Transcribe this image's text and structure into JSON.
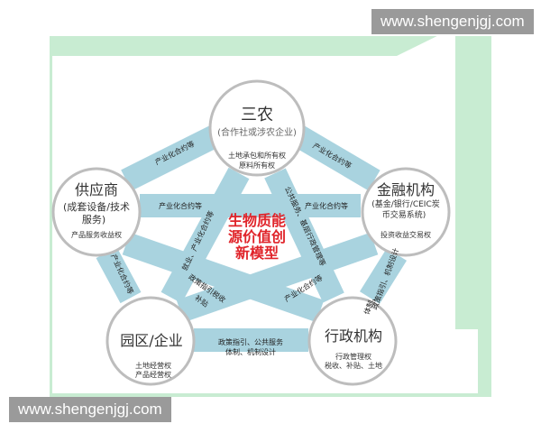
{
  "watermark_top": "www.shengenjgj.com",
  "watermark_bottom": "www.shengenjgj.com",
  "center": {
    "line1": "生物质能",
    "line2": "源价值创",
    "line3": "新模型",
    "color": "#e0242a"
  },
  "nodes": {
    "sannong": {
      "title": "三农",
      "subtitle": "(合作社或涉农企业)",
      "rights1": "土地承包和所有权",
      "rights2": "原料所有权"
    },
    "supplier": {
      "title": "供应商",
      "subtitle1": "(成套设备/技术",
      "subtitle2": "服务)",
      "rights": "产品服务收益权"
    },
    "finance": {
      "title": "金融机构",
      "subtitle1": "(基金/银行/CEIC炭",
      "subtitle2": "币交易系统)",
      "rights": "投资收益交易权"
    },
    "park": {
      "title": "园区/企业",
      "rights1": "土地经营权",
      "rights2": "产品经营权"
    },
    "government": {
      "title": "行政机构",
      "rights1": "行政管理权",
      "rights2": "税收、补贴、土地"
    }
  },
  "arrows": {
    "sannong_supplier": "产业化合约等",
    "sannong_finance": "产业化合约等",
    "supplier_finance_left": "产业化合约等",
    "supplier_finance_right": "产业化合约等",
    "supplier_park": "产业化合约等",
    "finance_gov_1": "政策指引、机制设计",
    "finance_gov_2": "体制、",
    "park_gov_1": "政策指引、公共服务",
    "park_gov_2": "体制、机制设计",
    "sannong_park": "就业、产业化合约等",
    "sannong_gov": "公共服务、基层行政管理等",
    "park_finance_1": "政策指引税收",
    "park_finance_2": "补贴",
    "gov_supplier": "产业化合约等"
  },
  "colors": {
    "arrow": "#a9d3df",
    "background_band": "#c8ecd2",
    "circle_border": "#bdbdbd"
  }
}
